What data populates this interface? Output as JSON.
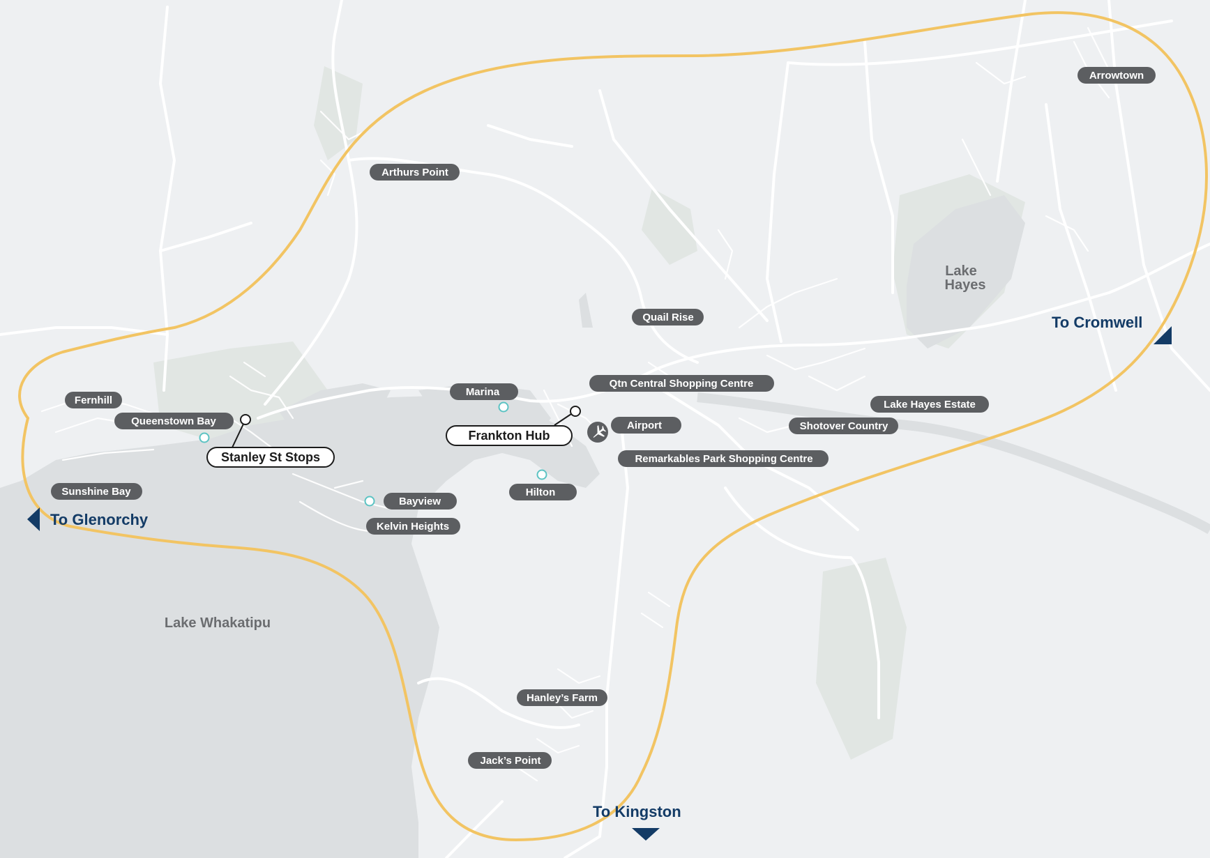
{
  "colors": {
    "land": "#eef0f2",
    "water": "#dcdfe1",
    "green": "#e1e6e3",
    "roads": "#ffffff",
    "zone_outline": "#f2c463",
    "pill_bg": "#5c5e61",
    "pill_text": "#ffffff",
    "hub_border": "#1b1b1b",
    "direction_blue": "#133b66",
    "stop_circle": "#5cc3c3",
    "lake_label": "#6b6d70"
  },
  "lakes": {
    "whakatipu": "Lake Whakatipu",
    "hayes_line1": "Lake",
    "hayes_line2": "Hayes"
  },
  "places": {
    "arrowtown": "Arrowtown",
    "arthurs_point": "Arthurs Point",
    "quail_rise": "Quail Rise",
    "fernhill": "Fernhill",
    "queenstown_bay": "Queenstown Bay",
    "sunshine_bay": "Sunshine Bay",
    "marina": "Marina",
    "qtn_central": "Qtn Central Shopping Centre",
    "lake_hayes_estate": "Lake Hayes Estate",
    "shotover_country": "Shotover Country",
    "airport": "Airport",
    "remarkables_park": "Remarkables Park Shopping Centre",
    "bayview": "Bayview",
    "kelvin_heights": "Kelvin Heights",
    "hilton": "Hilton",
    "hanleys_farm": "Hanley’s Farm",
    "jacks_point": "Jack’s Point"
  },
  "hubs": {
    "stanley": "Stanley St Stops",
    "frankton": "Frankton Hub"
  },
  "directions": {
    "glenorchy": "To Glenorchy",
    "cromwell": "To Cromwell",
    "kingston": "To Kingston"
  },
  "icons": {
    "airport": "airplane-icon",
    "direction": "triangle-arrow-icon",
    "stop": "stop-circle-icon"
  }
}
